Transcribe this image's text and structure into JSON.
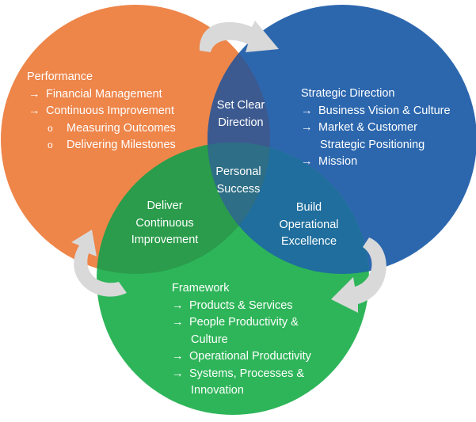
{
  "colors": {
    "performance": "#EE8549",
    "strategic": "#2C67AE",
    "framework": "#2EB559",
    "overlap_top": "#3C5A90",
    "overlap_left": "#2A9C4B",
    "overlap_right": "#1F6E9D",
    "overlap_center": "#2E6E86",
    "cycle_arrow": "#D9D9D9",
    "text": "#FFFFFF"
  },
  "performance": {
    "title": "Performance",
    "items": [
      {
        "bullet": "→",
        "text": "Financial Management"
      },
      {
        "bullet": "→",
        "text": "Continuous Improvement"
      }
    ],
    "subitems": [
      {
        "bullet": "o",
        "text": "Measuring Outcomes"
      },
      {
        "bullet": "o",
        "text": "Delivering Milestones"
      }
    ]
  },
  "strategic": {
    "title": "Strategic Direction",
    "items": [
      {
        "bullet": "→",
        "text": "Business Vision & Culture"
      },
      {
        "bullet": "→",
        "text": "Market & Customer"
      },
      {
        "bullet": "→",
        "text": "Mission"
      }
    ],
    "continuation": "Strategic Positioning"
  },
  "framework": {
    "title": "Framework",
    "items": [
      {
        "bullet": "→",
        "text": "Products & Services"
      },
      {
        "bullet": "→",
        "text": "People Productivity &"
      },
      {
        "bullet": "→",
        "text": "Operational Productivity"
      },
      {
        "bullet": "→",
        "text": "Systems, Processes &"
      }
    ],
    "continuations": [
      "Culture",
      "Innovation"
    ]
  },
  "overlaps": {
    "top": [
      "Set Clear",
      "Direction"
    ],
    "left": [
      "Deliver",
      "Continuous",
      "Improvement"
    ],
    "right": [
      "Build",
      "Operational",
      "Excellence"
    ],
    "center": [
      "Personal",
      "Success"
    ]
  }
}
